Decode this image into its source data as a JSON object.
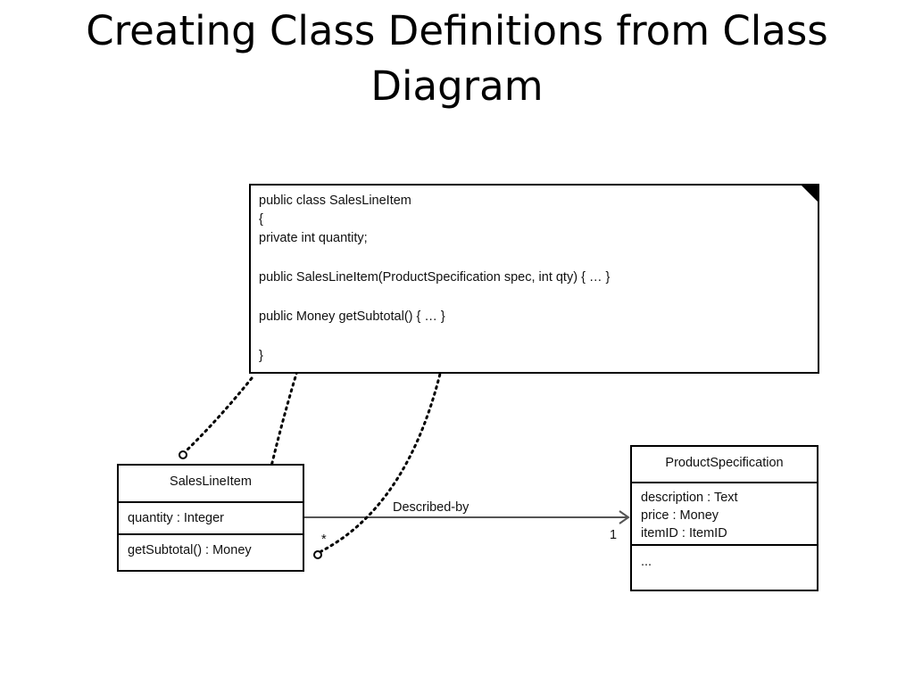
{
  "slide": {
    "title_line1": "Creating Class Definitions from Class",
    "title_line2": "Diagram"
  },
  "code_note": {
    "lines": [
      "public class SalesLineItem",
      "{",
      "private int quantity;",
      "public SalesLineItem(ProductSpecification spec, int qty) { … }",
      "public Money getSubtotal() { … }",
      "}"
    ]
  },
  "sales_line_item": {
    "name": "SalesLineItem",
    "attribute": "quantity : Integer",
    "operation": "getSubtotal() : Money"
  },
  "product_specification": {
    "name": "ProductSpecification",
    "attributes": [
      "description : Text",
      "price : Money",
      "itemID : ItemID"
    ],
    "operations": "..."
  },
  "association": {
    "label": "Described-by",
    "source_multiplicity": "*",
    "target_multiplicity": "1"
  }
}
